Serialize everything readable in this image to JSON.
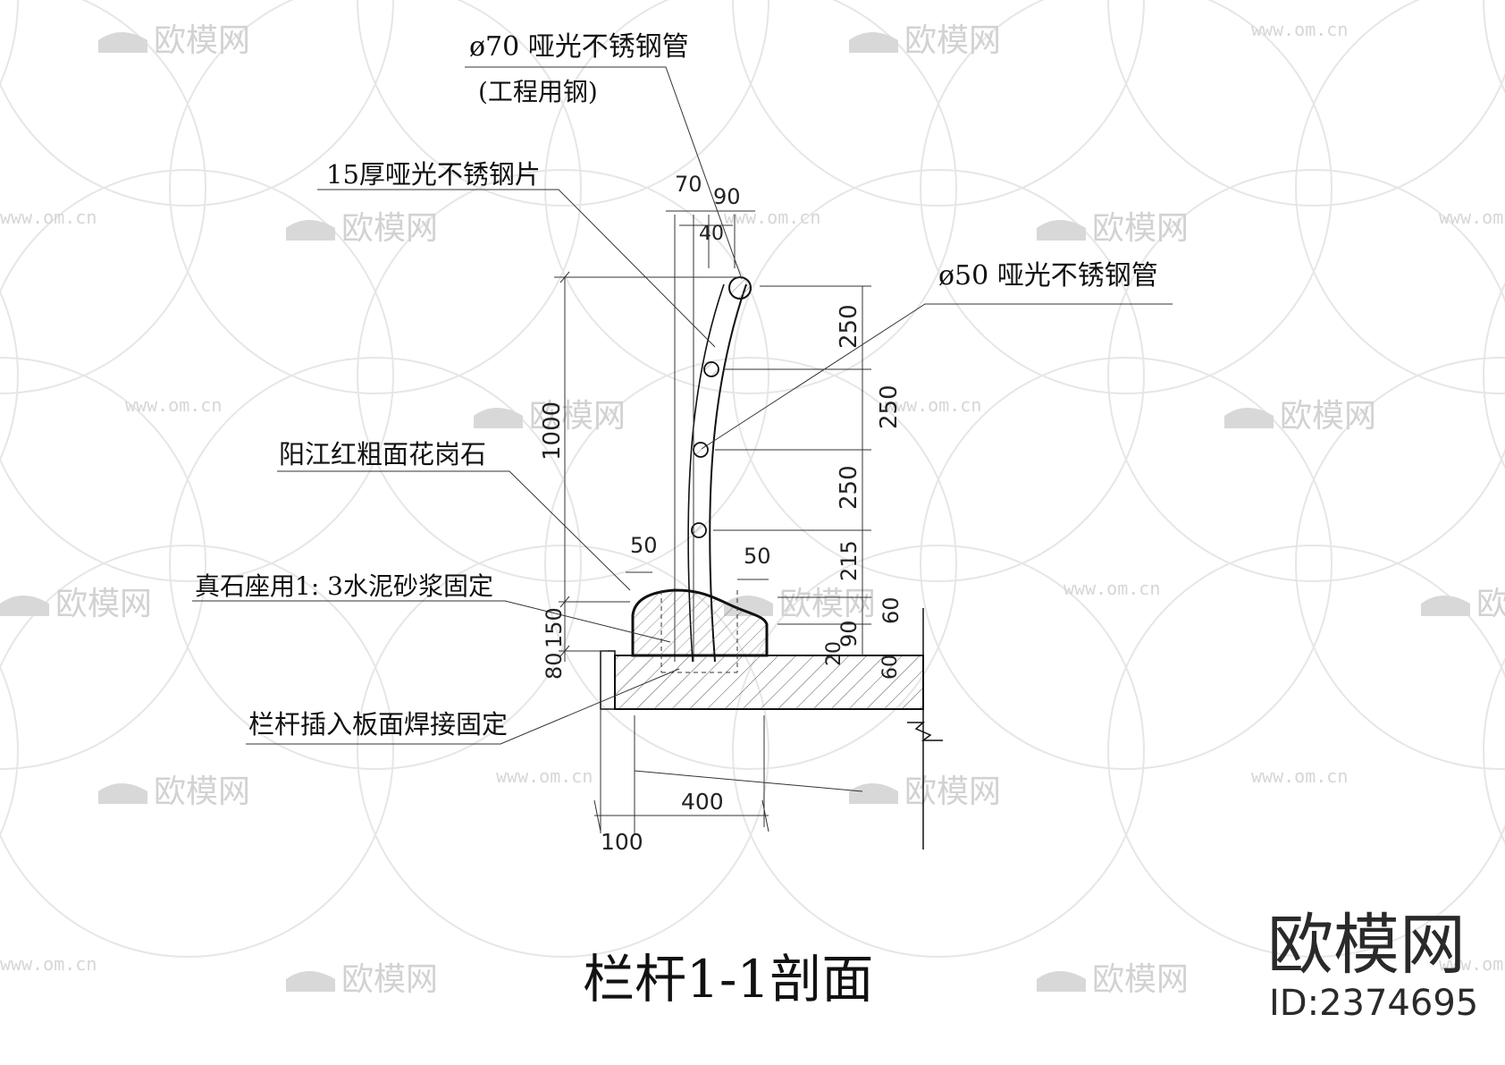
{
  "watermark": {
    "brand": "欧模网",
    "url": "www.om.cn",
    "url_short": "om.cn"
  },
  "labels": {
    "pipe70_line1": "ø70 哑光不锈钢管",
    "pipe70_line2": "(工程用钢)",
    "plate": "15厚哑光不锈钢片",
    "pipe50": "ø50 哑光不锈钢管",
    "granite": "阳江红粗面花岗石",
    "mortar": "真石座用1: 3水泥砂浆固定",
    "insert": "栏杆插入板面焊接固定"
  },
  "dimensions": {
    "top_70": "70",
    "top_90": "90",
    "top_40": "40",
    "left_1000": "1000",
    "right_250a": "250",
    "right_250b": "250",
    "right_250c": "250",
    "right_215": "215",
    "right_60a": "60",
    "right_90": "90",
    "right_20": "20",
    "right_60b": "60",
    "left_150": "150",
    "left_80": "80",
    "base_50a": "50",
    "base_50b": "50",
    "bottom_400": "400",
    "bottom_100": "100"
  },
  "title": "栏杆1-1剖面",
  "brand": {
    "name": "欧模网",
    "id": "ID:2374695"
  }
}
